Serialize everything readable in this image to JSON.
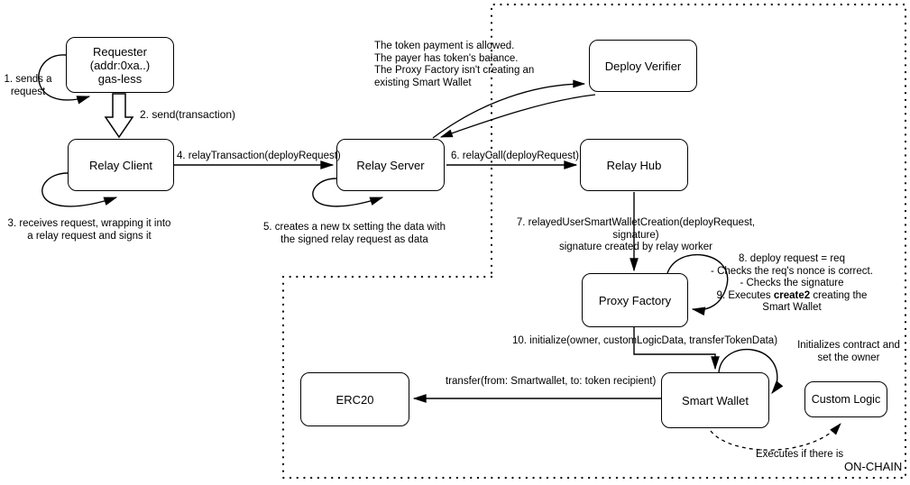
{
  "boxes": {
    "requester": {
      "line1": "Requester",
      "line2": "(addr:0xa..)",
      "line3": "gas-less"
    },
    "relay_client": {
      "label": "Relay Client"
    },
    "relay_server": {
      "label": "Relay Server"
    },
    "relay_hub": {
      "label": "Relay Hub"
    },
    "deploy_verifier": {
      "label": "Deploy Verifier"
    },
    "proxy_factory": {
      "label": "Proxy Factory"
    },
    "smart_wallet": {
      "label": "Smart Wallet"
    },
    "erc20": {
      "label": "ERC20"
    },
    "custom_logic": {
      "label": "Custom Logic"
    }
  },
  "steps": {
    "step1": {
      "line1": "1. sends a",
      "line2": "request"
    },
    "step2": "2. send(transaction)",
    "step3": {
      "line1": "3. receives request, wrapping it into",
      "line2": "a relay request and signs it"
    },
    "step4": "4. relayTransaction(deployRequest)",
    "step5": {
      "line1": "5. creates a new tx setting the data with",
      "line2": "the signed relay request as data"
    },
    "step6": "6. relayCall(deployRequest)",
    "step7": {
      "line1": "7. relayedUserSmartWalletCreation(deployRequest, signature)",
      "line2": "signature created by relay worker"
    },
    "step8_9": {
      "line1": "8. deploy request = req",
      "line2": "- Checks the req's nonce is correct.",
      "line3": "- Checks the signature",
      "line4_pre": "9. Executes ",
      "line4_bold": "create2",
      "line4_post": " creating the",
      "line5": "Smart Wallet"
    },
    "step10": "10. initialize(owner, customLogicData, transferTokenData)"
  },
  "annotations": {
    "verifier_note": {
      "line1": "The token payment is allowed.",
      "line2": "The payer has token's balance.",
      "line3": "The Proxy Factory isn't creating an",
      "line4": "existing Smart Wallet"
    },
    "custom_logic_note": {
      "line1": "Initializes contract and",
      "line2": "set the owner"
    },
    "transfer_label": "transfer(from: Smartwallet, to: token recipient)",
    "executes_label": "Executes if there is",
    "onchain_label": "ON-CHAIN"
  },
  "colors": {
    "stroke": "#000000",
    "background": "#ffffff"
  }
}
